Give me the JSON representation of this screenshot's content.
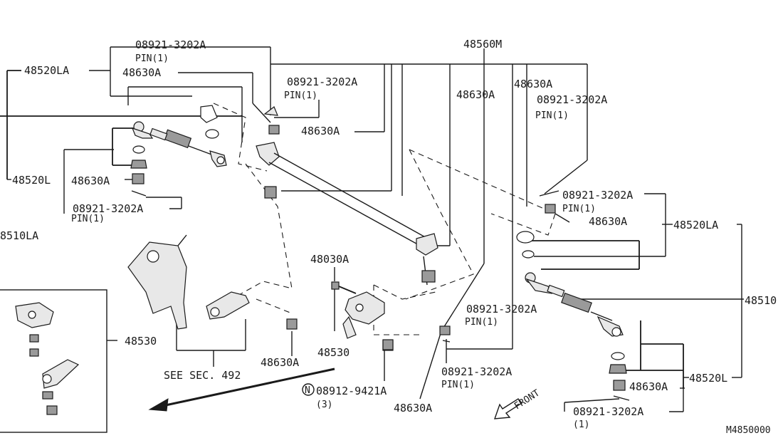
{
  "labels": {
    "l48560m": "48560M",
    "l48520la_top": "48520LA",
    "l48630a_1": "48630A",
    "l08921_1": "08921-3202A",
    "lpin_1": "PIN(1)",
    "l08921_2": "08921-3202A",
    "lpin_2": "PIN(1)",
    "l48630a_2": "48630A",
    "l48630a_3": "48630A",
    "l48630a_4": "48630A",
    "l08921_3": "08921-3202A",
    "lpin_3": "PIN(1)",
    "l48520l_left": "48520L",
    "l48630a_5": "48630A",
    "l08921_4": "08921-3202A",
    "lpin_4": "PIN(1)",
    "l48510la": "8510LA",
    "l08921_5": "08921-3202A",
    "lpin_5": "PIN(1)",
    "l48630a_6": "48630A",
    "l48520la_right": "48520LA",
    "l48030a": "48030A",
    "l48510_right": "48510",
    "l48530_left": "48530",
    "l48530_mid": "48530",
    "l48630a_7": "48630A",
    "lseesec": "SEE SEC. 492",
    "l08921_6": "08921-3202A",
    "lpin_6": "PIN(1)",
    "l08921_7": "08921-3202A",
    "lpin_7": "PIN(1)",
    "l08912_num": "08912-9421A",
    "l08912_qty": "(3)",
    "l48630a_8": "48630A",
    "lfront": "FRONT",
    "l48630a_9": "48630A",
    "l48520l_right": "48520L",
    "l08921_8": "08921-3202A",
    "lpin_8": "(1)",
    "lcode": "M4850000"
  },
  "colors": {
    "ink": "#1a1a1a",
    "part_fill": "#e8e8e8",
    "dark_fill": "#9a9a9a"
  },
  "icons": {
    "n_marker": "circled-N",
    "front_arrow": "outline-arrow"
  }
}
